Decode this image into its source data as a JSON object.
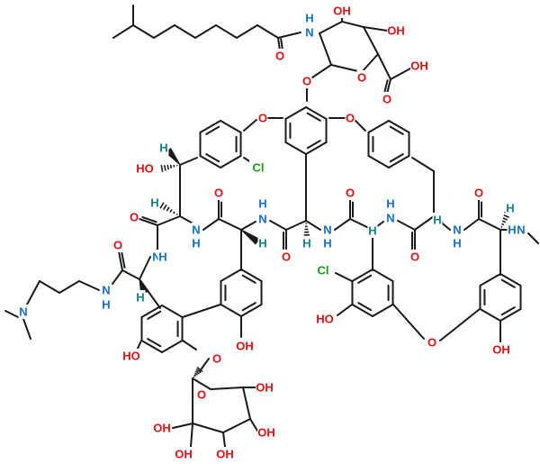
{
  "colors": {
    "bond": "#1a1a1a",
    "oxygen": "#e01010",
    "nitrogen": "#1070c8",
    "chlorine": "#1a9a1a",
    "stereo_hydrogen": "#108080"
  },
  "atoms": {
    "n_amide_lipid": "N",
    "h_amide_lipid": "H",
    "oh_top_1": "OH",
    "oh_top_2": "OH",
    "o_amide_lipid": "O",
    "o_glycosidic": "O",
    "o_ring_sugar": "O",
    "oh_acid": "OH",
    "o_acid": "O",
    "o_ether_left": "O",
    "o_ether_right": "O",
    "cl_upper": "Cl",
    "ho_benzylic": "HO",
    "h_benzylic": "H",
    "h_alpha_1": "H",
    "o_carbonyl_1": "O",
    "nh_1": "N",
    "h_nh_1": "H",
    "o_carbonyl_2": "O",
    "nh_2": "N",
    "h_nh_2": "H",
    "h_alpha_2": "H",
    "o_carbonyl_3": "O",
    "h_alpha_3": "H",
    "nh_3": "N",
    "h_nh_3": "H",
    "o_carbonyl_4": "O",
    "h_alpha_4": "H",
    "nh_4": "N",
    "h_nh_4": "H",
    "o_carbonyl_5": "O",
    "h_alpha_5": "H",
    "nh_5": "N",
    "h_nh_5": "H",
    "o_carbonyl_6": "O",
    "h_alpha_6": "H",
    "n_methyl": "N",
    "h_n_methyl": "H",
    "nh_6": "N",
    "h_nh_6": "H",
    "o_carbonyl_7": "O",
    "n_amide_side": "N",
    "h_amide_side": "H",
    "h_alpha_7": "H",
    "n_dimethyl": "N",
    "cl_lower": "Cl",
    "ho_ring_center": "HO",
    "o_biaryl_ether": "O",
    "oh_ring_right": "OH",
    "oh_ring_biaryl": "OH",
    "ho_ring_left": "HO",
    "o_mannose_link": "O",
    "o_mannose_ring": "O",
    "oh_mannose_1": "OH",
    "oh_mannose_2": "OH",
    "oh_mannose_3": "OH",
    "oh_mannose_4": "OH",
    "oh_mannose_5": "OH"
  }
}
